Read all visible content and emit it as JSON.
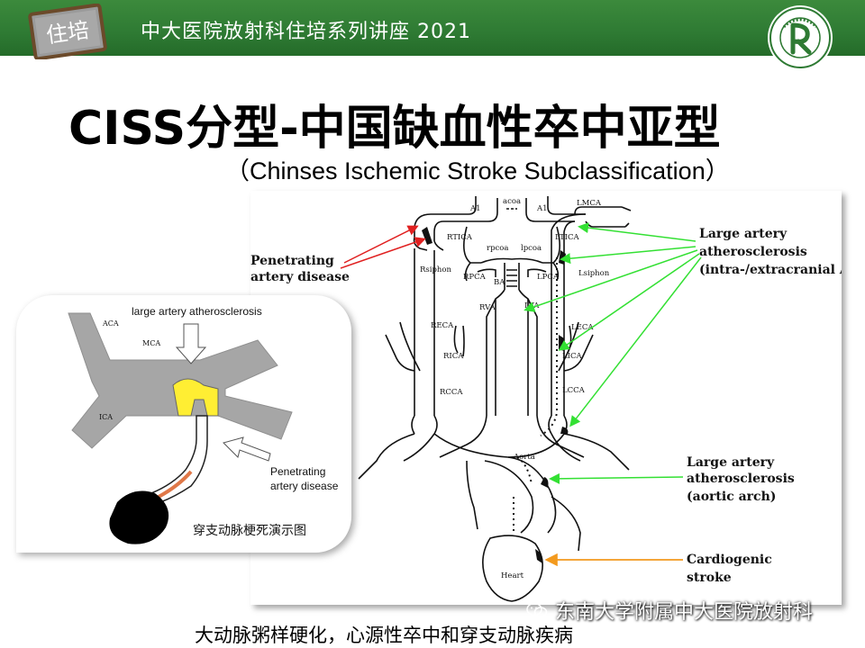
{
  "banner": {
    "title": "中大医院放射科住培系列讲座 2021",
    "logo_left_text": "住培",
    "logo_right_icon": "hospital-seal-icon",
    "colors": {
      "green": "#2e7a33",
      "text": "#ffffff"
    }
  },
  "title": "CISS分型-中国缺血性卒中亚型",
  "subtitle": "（Chinses Ischemic Stroke Subclassification）",
  "diagram": {
    "vessel_labels": [
      "acoa",
      "A1",
      "A1",
      "LMCA",
      "RTICA",
      "rpcoa",
      "lpcoa",
      "LTICA",
      "Rsiphon",
      "RPCA",
      "LPCA",
      "Lsiphon",
      "BA",
      "RVA",
      "LVA",
      "RECA",
      "LECA",
      "RICA",
      "LICA",
      "RCCA",
      "LCCA",
      "Aorta",
      "Heart"
    ],
    "annotations": {
      "penetrating_line1": "Penetrating",
      "penetrating_line2": "artery disease",
      "laa_line1": "Large artery",
      "laa_line2": "atherosclerosis",
      "laa_line3": "(intra-/extracranial A)",
      "arch_line1": "Large artery",
      "arch_line2": "atherosclerosis",
      "arch_line3": "(aortic arch)",
      "cardio_line1": "Cardiogenic",
      "cardio_line2": "stroke"
    },
    "arrow_colors": {
      "penetrating": "#e02020",
      "large_artery": "#33e033",
      "cardiogenic": "#f39a1e"
    }
  },
  "inset": {
    "top_label": "large artery atherosclerosis",
    "aca": "ACA",
    "mca": "MCA",
    "ica": "ICA",
    "pen_line1": "Penetrating",
    "pen_line2": "artery disease",
    "caption": "穿支动脉梗死演示图",
    "colors": {
      "vessel": "#a6a6a6",
      "plaque": "#ffee33",
      "infarct": "#000000"
    }
  },
  "caption": "大动脉粥样硬化，心源性卒中和穿支动脉疾病",
  "watermark": "东南大学附属中大医院放射科"
}
